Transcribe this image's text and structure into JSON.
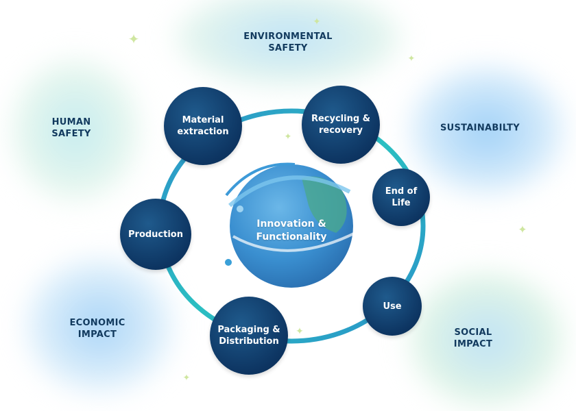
{
  "center": {
    "line1": "Innovation &",
    "line2": "Functionality"
  },
  "stages": [
    {
      "line1": "Material",
      "line2": "extraction"
    },
    {
      "line1": "Recycling &",
      "line2": "recovery"
    },
    {
      "line1": "End of",
      "line2": "Life"
    },
    {
      "line1": "Use",
      "line2": ""
    },
    {
      "line1": "Packaging &",
      "line2": "Distribution"
    },
    {
      "line1": "Production",
      "line2": ""
    }
  ],
  "impacts": [
    {
      "line1": "ENVIRONMENTAL",
      "line2": "SAFETY"
    },
    {
      "line1": "HUMAN",
      "line2": "SAFETY"
    },
    {
      "line1": "SUSTAINABILTY",
      "line2": ""
    },
    {
      "line1": "ECONOMIC",
      "line2": "IMPACT"
    },
    {
      "line1": "SOCIAL",
      "line2": "IMPACT"
    }
  ],
  "colors": {
    "node": "#0d3562",
    "ring": "#2aa7c9",
    "globe": "#3a8fd0",
    "text": "#123a5e"
  }
}
